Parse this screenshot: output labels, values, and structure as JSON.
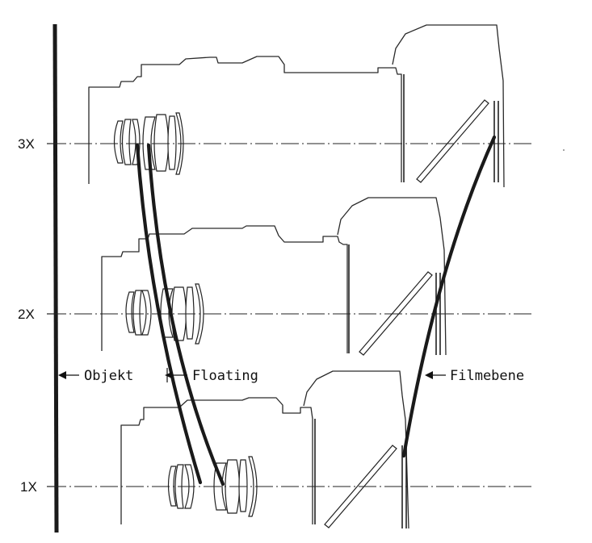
{
  "labels": {
    "mag_3x": "3X",
    "mag_2x": "2X",
    "mag_1x": "1X",
    "objekt": "Objekt",
    "floating": "Floating",
    "filmebene": "Filmebene"
  }
}
